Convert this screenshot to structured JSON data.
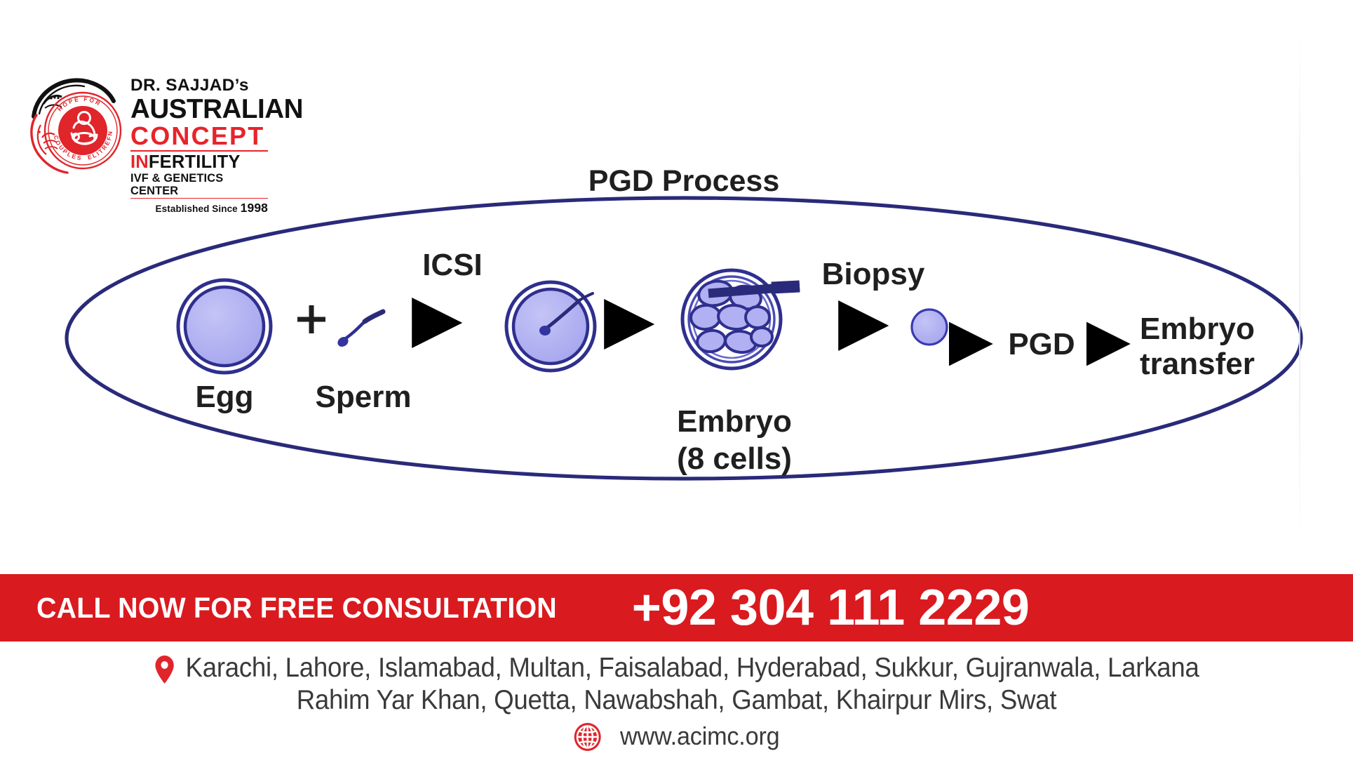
{
  "logo": {
    "mark_icon": "mother-and-baby-seal-icon",
    "seal_text_left": "COUPLES",
    "seal_text_top": "HOPE  FOR",
    "seal_text_right": "INFERTILE",
    "line_dr": "DR. SAJJAD’s",
    "line_australian": "AUSTRALIAN",
    "line_concept": "CONCEPT",
    "line_infertility_red": "IN",
    "line_infertility_black": "FERTILITY",
    "line_ivf": "IVF & GENETICS CENTER",
    "line_established": "Established Since",
    "line_year": "1998",
    "color_red": "#e8232a",
    "color_black": "#111111"
  },
  "diagram": {
    "title": "PGD Process",
    "ellipse_color": "#2a2a7a",
    "cell_fill": "#aeaef0",
    "cell_stroke": "#2f2f8f",
    "arrow_color": "#000000",
    "steps": [
      {
        "id": "egg",
        "label": "Egg",
        "icon": "egg-cell-icon"
      },
      {
        "id": "plus",
        "label": "+",
        "icon": "plus-sign-icon"
      },
      {
        "id": "sperm",
        "label": "Sperm",
        "icon": "sperm-icon"
      },
      {
        "id": "arrow1",
        "label": "",
        "icon": "arrow-right-icon"
      },
      {
        "id": "icsi",
        "label": "ICSI",
        "icon": "fertilized-egg-with-needle-icon"
      },
      {
        "id": "arrow2",
        "label": "",
        "icon": "arrow-right-icon"
      },
      {
        "id": "embryo",
        "label": "Embryo",
        "label2": "(8 cells)",
        "icon": "eight-cell-embryo-icon"
      },
      {
        "id": "biopsy",
        "label": "Biopsy",
        "icon": "biopsy-pipette-icon"
      },
      {
        "id": "arrow3",
        "label": "",
        "icon": "arrow-right-icon"
      },
      {
        "id": "blastomere",
        "label": "",
        "icon": "single-cell-icon"
      },
      {
        "id": "arrow4",
        "label": "",
        "icon": "arrow-right-icon"
      },
      {
        "id": "pgd",
        "label": "PGD",
        "icon": "pgd-label"
      },
      {
        "id": "arrow5",
        "label": "",
        "icon": "arrow-right-icon"
      },
      {
        "id": "transfer",
        "label": "Embryo",
        "label2": "transfer",
        "icon": "embryo-transfer-label"
      }
    ]
  },
  "cta": {
    "label": "CALL NOW FOR FREE CONSULTATION",
    "phone": "+92 304 111 2229",
    "background": "#d91a1f",
    "text_color": "#ffffff"
  },
  "footer": {
    "pin_icon": "location-pin-icon",
    "globe_icon": "globe-icon",
    "cities_line1": "Karachi, Lahore, Islamabad, Multan, Faisalabad, Hyderabad, Sukkur, Gujranwala, Larkana",
    "cities_line2": "Rahim Yar Khan, Quetta, Nawabshah, Gambat, Khairpur Mirs, Swat",
    "website": "www.acimc.org",
    "icon_color": "#e0252b",
    "text_color": "#3a3a3a"
  }
}
